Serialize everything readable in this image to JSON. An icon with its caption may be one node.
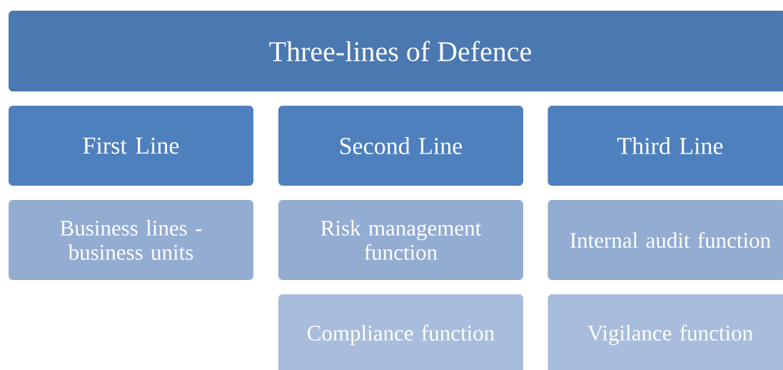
{
  "diagram": {
    "title": "Three-lines of Defence",
    "nodes": [
      {
        "text": [
          "First Line"
        ]
      },
      {
        "text": [
          "Second Line"
        ]
      },
      {
        "text": [
          "Third Line"
        ]
      },
      {
        "text": [
          "Business lines - business units"
        ]
      },
      {
        "text": [
          "Risk management function"
        ]
      },
      {
        "text": [
          "Internal audit function"
        ]
      },
      {
        "text": [
          "Compliance function"
        ]
      },
      {
        "text": [
          "Vigilance function"
        ]
      }
    ]
  }
}
